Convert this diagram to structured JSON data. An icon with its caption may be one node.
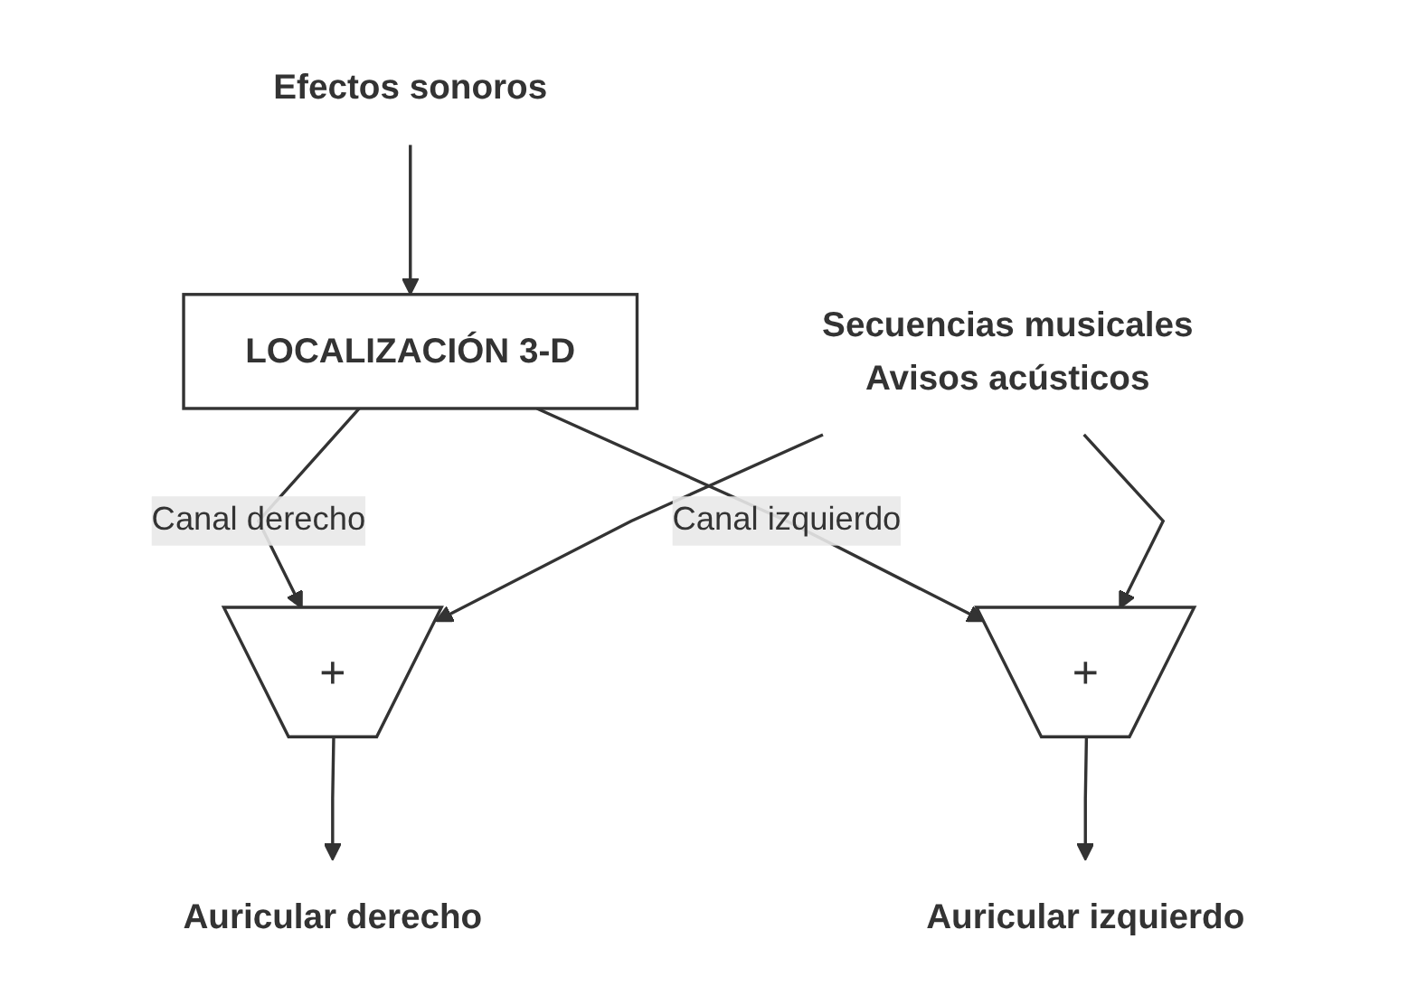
{
  "diagram": {
    "nodes": [
      {
        "text": [
          "Efectos sonoros"
        ]
      },
      {
        "text": [
          "LOCALIZACIÓN 3-D"
        ]
      },
      {
        "text": [
          "Secuencias musicales",
          "Avisos acústicos"
        ]
      },
      {
        "text": [
          "+"
        ]
      },
      {
        "text": [
          "+"
        ]
      },
      {
        "text": [
          "Auricular derecho"
        ]
      },
      {
        "text": [
          "Auricular izquierdo"
        ]
      }
    ],
    "edges": [
      {
        "from": 0,
        "to": 1,
        "arrow": "to"
      },
      {
        "from": 1,
        "to": 3,
        "arrow": "to",
        "label": "Canal derecho"
      },
      {
        "from": 1,
        "to": 4,
        "arrow": "to",
        "label": "Canal izquierdo"
      },
      {
        "from": 2,
        "to": 3,
        "arrow": "to"
      },
      {
        "from": 2,
        "to": 4,
        "arrow": "to"
      },
      {
        "from": 3,
        "to": 5,
        "arrow": "to"
      },
      {
        "from": 4,
        "to": 6,
        "arrow": "to"
      }
    ]
  }
}
